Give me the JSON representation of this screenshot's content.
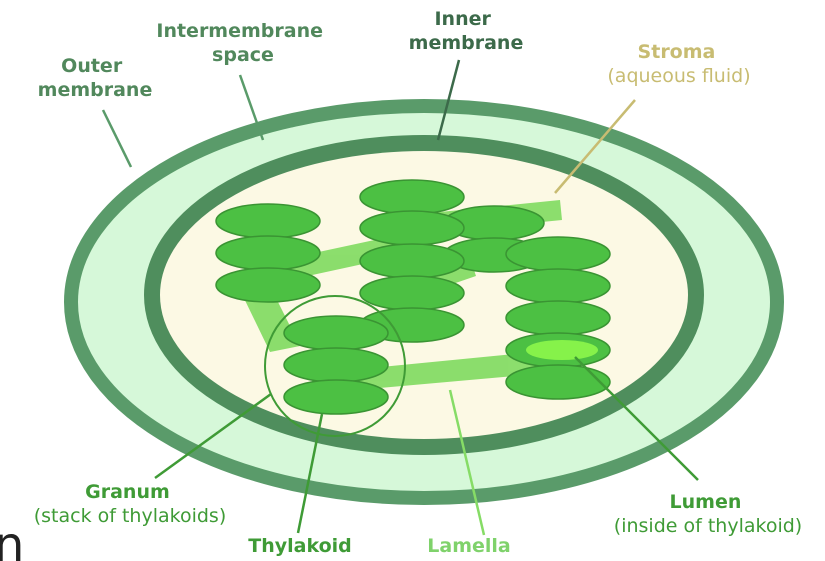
{
  "colors": {
    "outer_membrane": "#5a9b6a",
    "intermembrane_space": "#d6f8d9",
    "inner_membrane": "#4f8e5d",
    "stroma": "#fcf9e4",
    "thylakoid_fill": "#4cc043",
    "thylakoid_stroke": "#3a9433",
    "lamella": "#86dc66",
    "lumen": "#86f24a",
    "label_dark_green": "#51885c",
    "label_very_dark": "#3c6a4a",
    "label_stroma": "#c8bc72",
    "label_bright_green": "#3f9b36",
    "label_light_green": "#7fd26b",
    "granum_circle": "#3f9b36"
  },
  "labels": {
    "outer_membrane": [
      "Outer",
      "membrane"
    ],
    "intermembrane_space": [
      "Intermembrane",
      "space"
    ],
    "inner_membrane": [
      "Inner",
      "membrane"
    ],
    "stroma": {
      "title": "Stroma",
      "subtitle": "(aqueous fluid)"
    },
    "granum": {
      "title": "Granum",
      "subtitle": "(stack of thylakoids)"
    },
    "thylakoid": "Thylakoid",
    "lamella": "Lamella",
    "lumen": {
      "title": "Lumen",
      "subtitle": "(inside of thylakoid)"
    }
  },
  "page_fragment": "n"
}
